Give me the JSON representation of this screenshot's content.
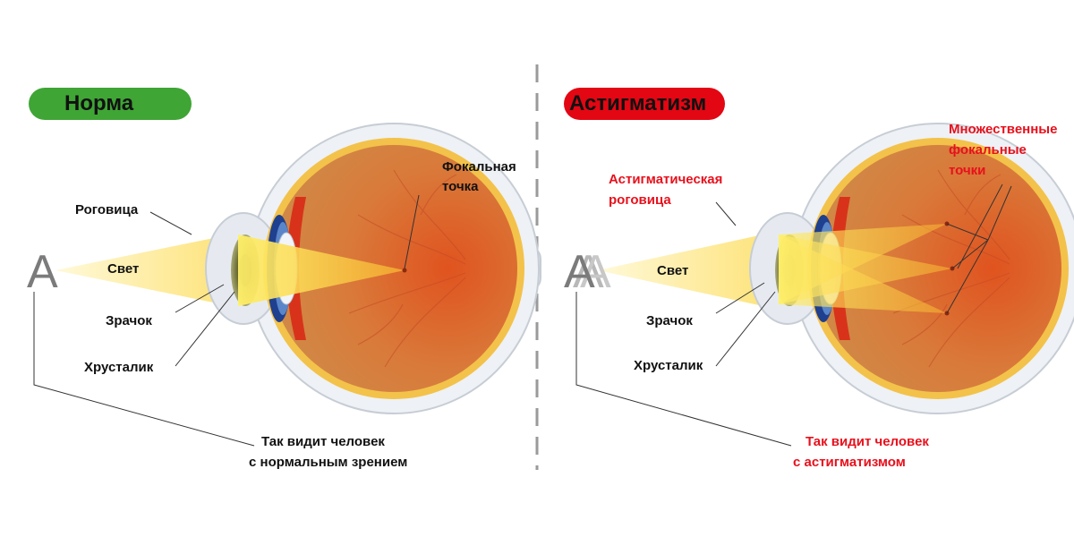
{
  "left": {
    "badge": "Норма",
    "badge_color": "#3fa535",
    "letter": "A",
    "cornea": "Роговица",
    "light": "Свет",
    "pupil": "Зрачок",
    "lens": "Хрусталик",
    "focal_1": "Фокальная",
    "focal_2": "точка",
    "sees_1": "Так видит человек",
    "sees_2": "с нормальным зрением"
  },
  "right": {
    "badge": "Астигматизм",
    "badge_color": "#e30613",
    "letter": "A",
    "cornea_1": "Астигматическая",
    "cornea_2": "роговица",
    "light": "Свет",
    "pupil": "Зрачок",
    "lens": "Хрусталик",
    "focal_1": "Множественные",
    "focal_2": "фокальные",
    "focal_3": "точки",
    "sees_1": "Так видит человек",
    "sees_2": "с астигматизмом"
  },
  "colors": {
    "label_red": "#e8101c",
    "divider": "#9a9a9a",
    "light_beam": "#ffe98a"
  }
}
